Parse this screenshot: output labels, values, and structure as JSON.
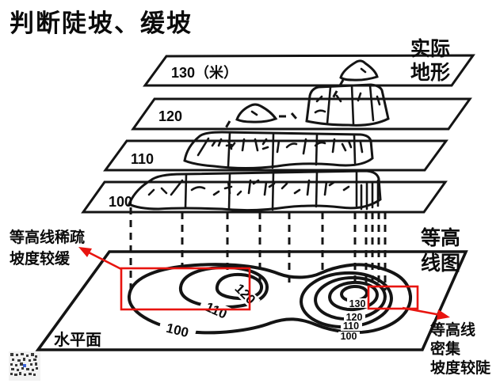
{
  "title": "判断陡坡、缓坡",
  "elevation_planes": {
    "p130": "130（米）",
    "p120": "120",
    "p110": "110",
    "p100": "100"
  },
  "labels": {
    "actual_terrain_l1": "实际",
    "actual_terrain_l2": "地形",
    "contour_map_l1": "等高",
    "contour_map_l2": "线图",
    "horizontal_plane": "水平面",
    "sparse_note_l1": "等高线稀疏",
    "sparse_note_l2": "坡度较缓",
    "dense_note_l1": "等高线",
    "dense_note_l2": "密集",
    "dense_note_l3": "坡度较陡"
  },
  "contour_values": {
    "left_hill": {
      "c100": "100",
      "c110": "110",
      "c120": "120"
    },
    "right_hill": {
      "c130": "130",
      "c120": "120",
      "c110": "110",
      "c100": "100"
    }
  },
  "colors": {
    "plane_blue": "#a9daf2",
    "terrain_green": "#9cb96d",
    "outline": "#141414",
    "annotation_red": "#e8140f"
  }
}
